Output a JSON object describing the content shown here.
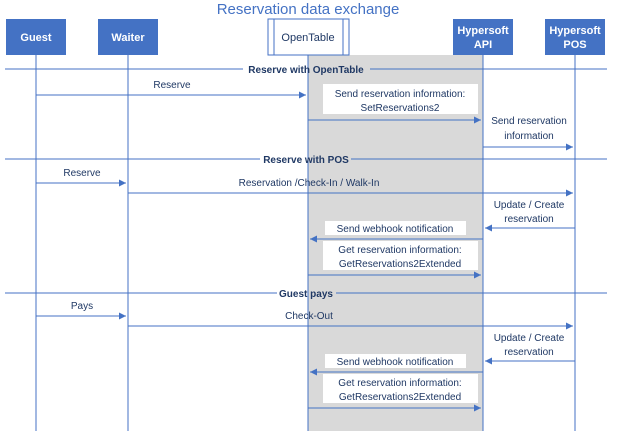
{
  "title": "Reservation data exchange",
  "participants": [
    {
      "id": "guest",
      "label": "Guest"
    },
    {
      "id": "waiter",
      "label": "Waiter"
    },
    {
      "id": "opentable",
      "label": "OpenTable"
    },
    {
      "id": "hsapi",
      "label_line1": "Hypersoft",
      "label_line2": "API"
    },
    {
      "id": "hspos",
      "label_line1": "Hypersoft",
      "label_line2": "POS"
    }
  ],
  "sections": [
    {
      "label": "Reserve with OpenTable"
    },
    {
      "label": "Reserve with POS"
    },
    {
      "label": "Guest pays"
    }
  ],
  "messages": [
    {
      "line1": "Reserve",
      "from": "guest",
      "to": "opentable"
    },
    {
      "line1": "Send reservation information:",
      "line2": "SetReservations2",
      "from": "opentable",
      "to": "hsapi"
    },
    {
      "line1": "Send reservation",
      "line2": "information",
      "from": "hsapi",
      "to": "hspos"
    },
    {
      "line1": "Reserve",
      "from": "guest",
      "to": "waiter"
    },
    {
      "line1": "Reservation /Check-In / Walk-In",
      "from": "waiter",
      "to": "hspos"
    },
    {
      "line1": "Update / Create",
      "line2": "reservation",
      "from": "hspos",
      "to": "hsapi"
    },
    {
      "line1": "Send webhook notification",
      "from": "hsapi",
      "to": "opentable"
    },
    {
      "line1": "Get reservation information:",
      "line2": "GetReservations2Extended",
      "from": "opentable",
      "to": "hsapi"
    },
    {
      "line1": "Pays",
      "from": "guest",
      "to": "waiter"
    },
    {
      "line1": "Check-Out",
      "from": "waiter",
      "to": "hspos"
    },
    {
      "line1": "Update / Create",
      "line2": "reservation",
      "from": "hspos",
      "to": "hsapi"
    },
    {
      "line1": "Send webhook notification",
      "from": "hsapi",
      "to": "opentable"
    },
    {
      "line1": "Get reservation information:",
      "line2": "GetReservations2Extended",
      "from": "opentable",
      "to": "hsapi"
    }
  ],
  "colors": {
    "accent": "#4472c4",
    "line": "#4472c4",
    "text": "#1f3864",
    "activation": "#d9d9d9"
  }
}
